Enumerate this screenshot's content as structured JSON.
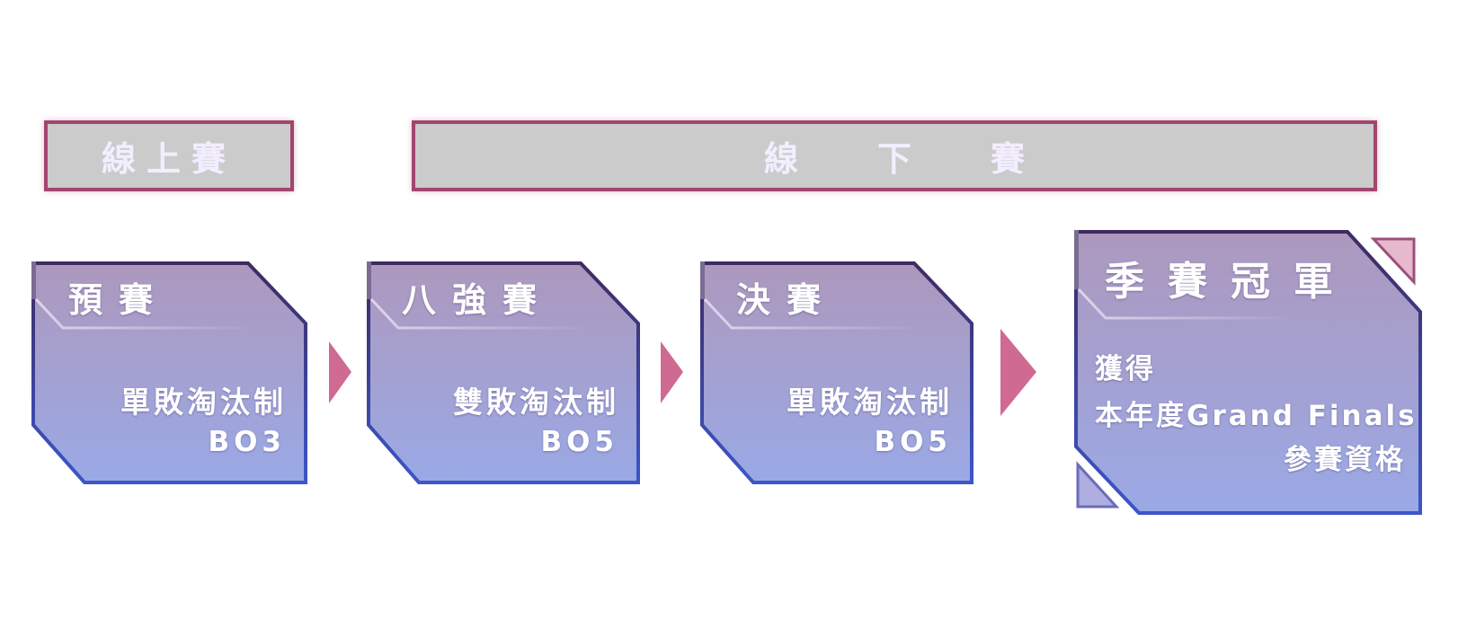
{
  "banners": {
    "online": "線上賽",
    "offline": "線下賽"
  },
  "stages": [
    {
      "title": "預賽",
      "format": "單敗淘汰制",
      "bo": "BO3"
    },
    {
      "title": "八強賽",
      "format": "雙敗淘汰制",
      "bo": "BO5"
    },
    {
      "title": "決賽",
      "format": "單敗淘汰制",
      "bo": "BO5"
    }
  ],
  "champion": {
    "title": "季賽冠軍",
    "line1": "獲得",
    "line2": "本年度Grand Finals",
    "line3": "參賽資格"
  },
  "colors": {
    "banner_fill": "#cbcbcb",
    "banner_border": "#a2456f",
    "card_top": "#ad98bd",
    "card_bottom": "#9aa9e6",
    "card_border_top": "#3e2b60",
    "card_border_bottom": "#3c56c9",
    "arrow": "#cf6a92"
  }
}
